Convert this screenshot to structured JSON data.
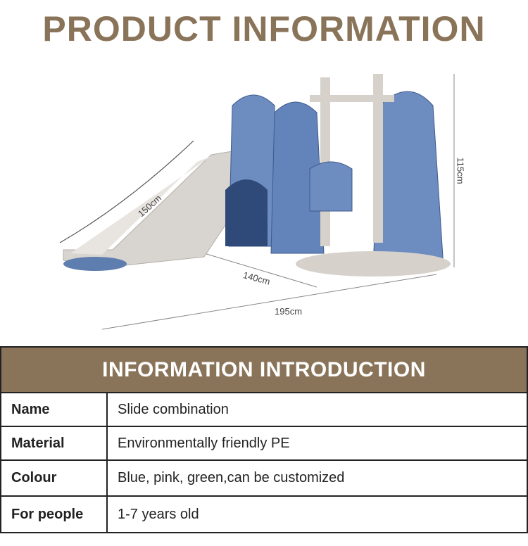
{
  "title": "PRODUCT INFORMATION",
  "dimensions": {
    "slide_length": "150cm",
    "depth": "140cm",
    "width": "195cm",
    "height": "115cm"
  },
  "info": {
    "heading": "INFORMATION INTRODUCTION",
    "rows": [
      {
        "label": "Name",
        "value": "Slide combination"
      },
      {
        "label": "Material",
        "value": "Environmentally friendly PE"
      },
      {
        "label": "Colour",
        "value": "Blue, pink, green,can be customized"
      },
      {
        "label": "For people",
        "value": "1-7 years old"
      }
    ]
  }
}
